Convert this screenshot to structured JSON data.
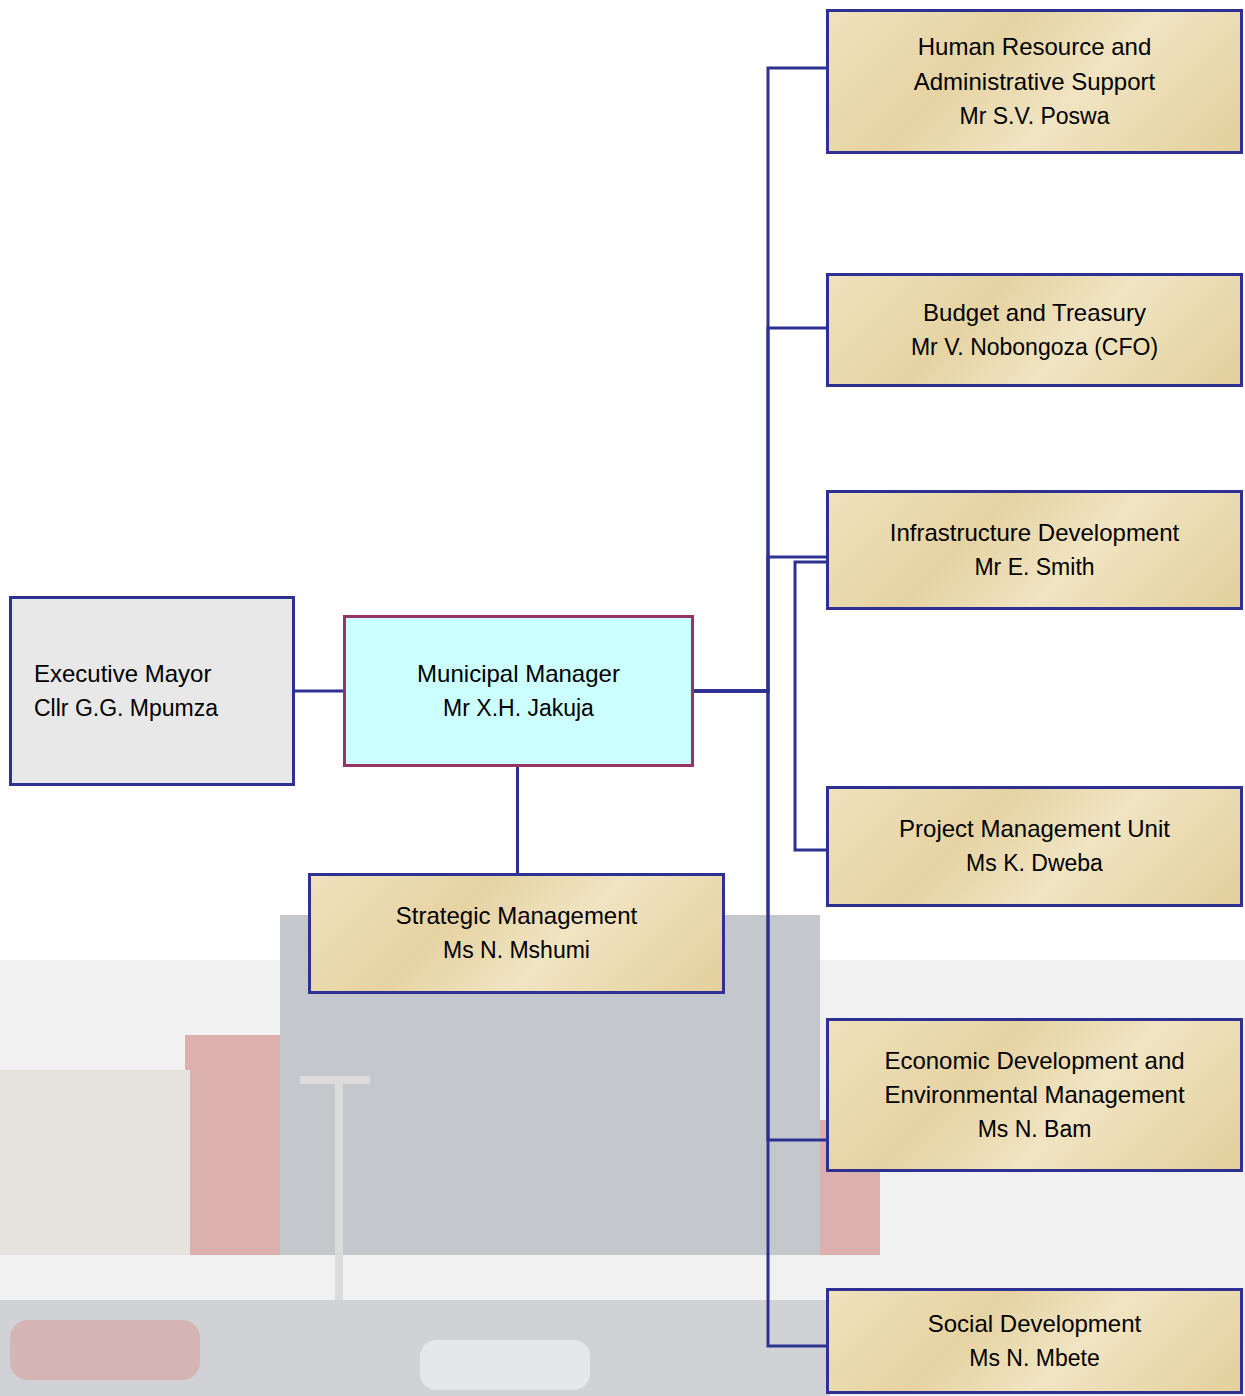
{
  "diagram": {
    "nodes": [
      {
        "text": [
          "Executive Mayor",
          "Cllr G.G. Mpumza"
        ]
      },
      {
        "text": [
          "Municipal Manager",
          "Mr X.H. Jakuja"
        ]
      },
      {
        "text": [
          "Strategic Management",
          "Ms N. Mshumi"
        ]
      },
      {
        "text": [
          "Human Resource and Administrative Support",
          "Mr S.V. Poswa"
        ]
      },
      {
        "text": [
          "Budget and Treasury",
          "Mr V. Nobongoza (CFO)"
        ]
      },
      {
        "text": [
          "Infrastructure Development",
          "Mr E. Smith"
        ]
      },
      {
        "text": [
          "Project Management Unit",
          "Ms K. Dweba"
        ]
      },
      {
        "text": [
          "Economic Development and Environmental Management",
          "Ms N. Bam"
        ]
      },
      {
        "text": [
          "Social Development",
          "Ms N. Mbete"
        ]
      }
    ],
    "edges": [
      {
        "from": 0,
        "to": 1,
        "arrow": "none"
      },
      {
        "from": 1,
        "to": 2,
        "arrow": "none"
      },
      {
        "from": 1,
        "to": 3,
        "arrow": "none"
      },
      {
        "from": 1,
        "to": 4,
        "arrow": "none"
      },
      {
        "from": 1,
        "to": 5,
        "arrow": "none"
      },
      {
        "from": 1,
        "to": 7,
        "arrow": "none"
      },
      {
        "from": 1,
        "to": 8,
        "arrow": "none"
      },
      {
        "from": 5,
        "to": 6,
        "arrow": "none"
      }
    ]
  }
}
